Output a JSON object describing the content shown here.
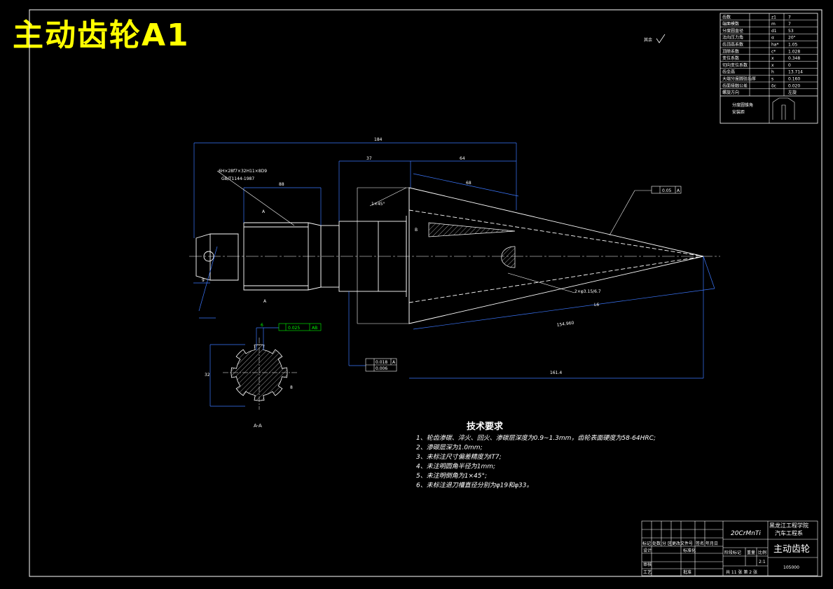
{
  "header": {
    "title": "主动齿轮A1"
  },
  "drawing": {
    "roughness_label": "其余",
    "dims": {
      "overall_length": "184",
      "len_37": "37",
      "len_64": "64",
      "len_68": "68",
      "len_88": "88",
      "len_9": "9",
      "slant_length": "154.960",
      "bottom_length": "161.4",
      "spline_spec": "6H×28f7×32H11×8D9",
      "spline_std": "GB/T1144-1987",
      "chamfer": "1×45°",
      "hole_note": "2×φ3.15/6.7",
      "hole_tag": "L6",
      "section_label_top": "A",
      "section_label_bottom": "A",
      "section_title": "A-A",
      "width_6": "6",
      "width_8": "8",
      "height_32": "32",
      "tol_runout_cone": "0.05",
      "tol_position": "0.025",
      "tol_runout_1": "0.018",
      "tol_runout_2": "0.006",
      "datum_A": "A",
      "datum_AB": "AB",
      "mark_B": "B"
    }
  },
  "params_table": {
    "rows": [
      {
        "name": "齿数",
        "sym": "z1",
        "val": "7"
      },
      {
        "name": "端面模数",
        "sym": "m",
        "val": "7"
      },
      {
        "name": "分度圆直径",
        "sym": "d1",
        "val": "53"
      },
      {
        "name": "法向压力角",
        "sym": "α",
        "val": "20°"
      },
      {
        "name": "齿顶高系数",
        "sym": "ha*",
        "val": "1.05"
      },
      {
        "name": "顶隙系数",
        "sym": "c*",
        "val": "1.028"
      },
      {
        "name": "变位系数",
        "sym": "x",
        "val": "0.348"
      },
      {
        "name": "切向变位系数",
        "sym": "x",
        "val": "0"
      },
      {
        "name": "齿全高",
        "sym": "h",
        "val": "13.714"
      },
      {
        "name": "大端分度圆弦齿厚",
        "sym": "s",
        "val": "0.160"
      },
      {
        "name": "齿面接触公差",
        "sym": "δc",
        "val": "0.020"
      },
      {
        "name": "螺旋方向",
        "sym": "",
        "val": "左旋"
      }
    ],
    "footer_1": "分度圆锥角",
    "footer_2": "安装距"
  },
  "tech_requirements": {
    "title": "技术要求",
    "items": [
      "1、轮齿渗碳、淬火、回火、渗碳层深度为0.9~1.3mm，齿轮表面硬度为58-64HRC;",
      "2、渗碳层深为1.0mm;",
      "3、未标注尺寸偏差精度为IT7;",
      "4、未注明圆角半径为1mm;",
      "5、未注明倒角为1×45°;",
      "6、未标注退刀槽直径分别为φ19和φ33。"
    ]
  },
  "title_block": {
    "material": "20CrMnTi",
    "school_line1": "黑龙江工程学院",
    "school_line2": "汽车工程系",
    "part_name": "主动齿轮",
    "drawing_no": "105000",
    "scale": "2:1",
    "sheet": "共 11 张  第 2 张",
    "labels": {
      "mark": "标记",
      "count": "处数",
      "zone": "分 区",
      "change_doc": "更改文件号",
      "signature": "签名",
      "date": "年月日",
      "design": "设计",
      "standardize": "标准化",
      "review": "审核",
      "process": "工艺",
      "approve": "批准",
      "stage": "阶段标记",
      "weight": "重量",
      "ratio": "比例"
    }
  }
}
